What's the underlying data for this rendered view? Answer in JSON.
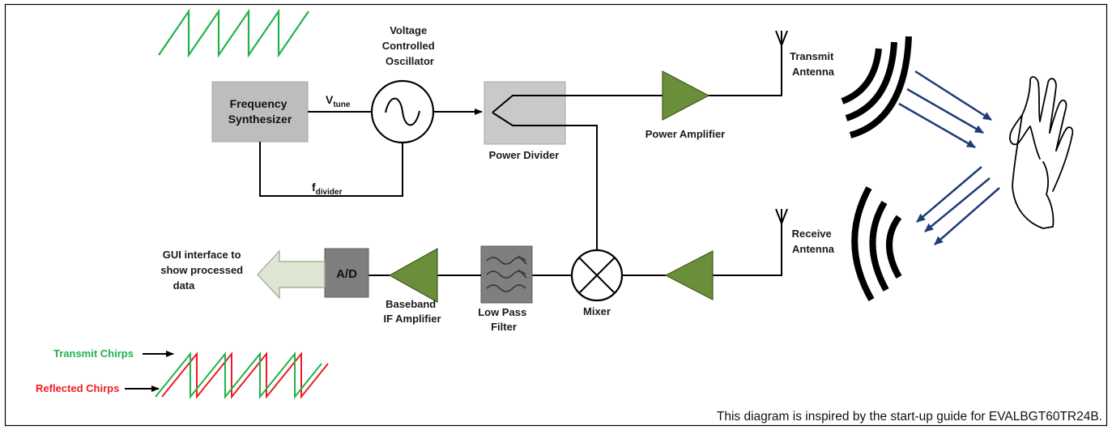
{
  "labels": {
    "vco": [
      "Voltage",
      "Controlled",
      "Oscillator"
    ],
    "freq_synth": [
      "Frequency",
      "Synthesizer"
    ],
    "vtune_main": "V",
    "vtune_sub": "tune",
    "fdivider_main": "f",
    "fdivider_sub": "divider",
    "power_divider": "Power Divider",
    "power_amplifier": "Power Amplifier",
    "transmit_antenna": [
      "Transmit",
      "Antenna"
    ],
    "receive_antenna": [
      "Receive",
      "Antenna"
    ],
    "mixer": "Mixer",
    "low_pass_filter": [
      "Low Pass",
      "Filter"
    ],
    "baseband_amp": [
      "Baseband",
      "IF Amplifier"
    ],
    "adc": "A/D",
    "gui": [
      "GUI interface to",
      "show processed",
      "data"
    ],
    "transmit_chirps": "Transmit Chirps",
    "reflected_chirps": "Reflected Chirps",
    "caption": "This diagram is inspired by the start-up guide for EVALBGT60TR24B."
  },
  "colors": {
    "frame": "#000000",
    "block_fill": "#bdbdbd",
    "block_stroke": "#a6a6a6",
    "lpf_fill": "#7f7f7f",
    "amp_fill": "#6b8e3a",
    "amp_stroke": "#3e5a1f",
    "gui_arrow_fill": "#dfe5d3",
    "gui_arrow_stroke": "#9aa38c",
    "wave_arrow": "#1f3b7a",
    "transmit_chirp": "#22b24c",
    "reflected_chirp": "#ee1c24"
  }
}
